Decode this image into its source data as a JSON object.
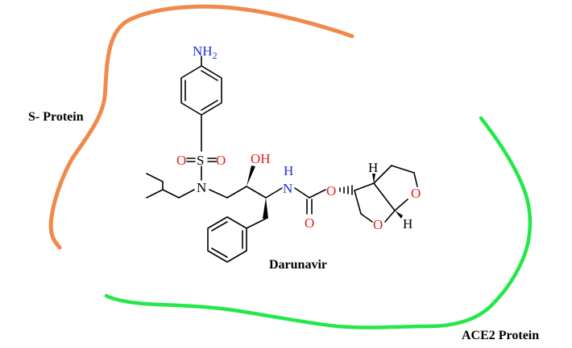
{
  "labels": {
    "s_protein": "S- Protein",
    "ace2_protein": "ACE2 Protein",
    "molecule_name": "Darunavir"
  },
  "atoms": {
    "amine_N": "NH",
    "amine_sub": "2",
    "sulfur": "S",
    "sulfonyl_O_left": "O",
    "sulfonyl_O_right": "O",
    "sulfonamide_N": "N",
    "hydroxyl": "OH",
    "carbamate_N": "N",
    "carbamate_H": "H",
    "ester_O": "O",
    "carbonyl_O": "O",
    "furan_H_top": "H",
    "furan_H_bottom": "H",
    "furan_O_right": "O",
    "furan_O_bottom": "O"
  },
  "colors": {
    "s_protein_curve": "#f08a4b",
    "ace2_curve": "#22e84a",
    "nitrogen": "#1f2fd6",
    "oxygen": "#e0201e",
    "bond": "#000000"
  }
}
